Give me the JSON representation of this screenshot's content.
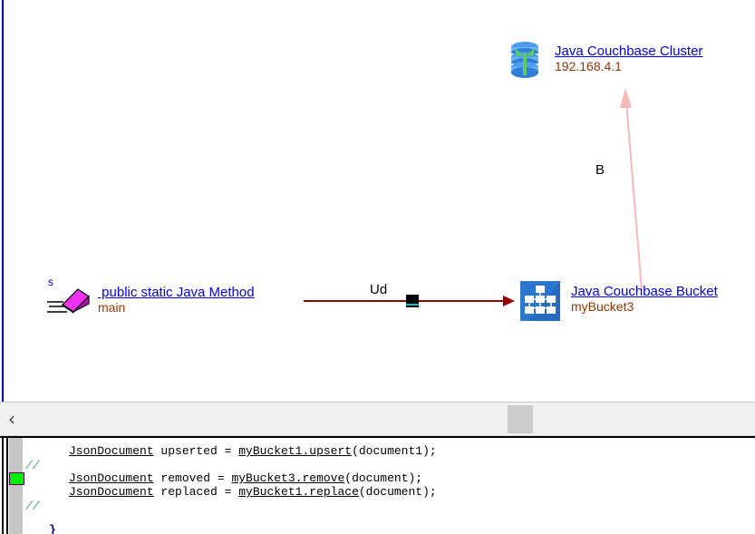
{
  "diagram": {
    "nodes": [
      {
        "id": "cluster",
        "icon": "couchbase-cluster-icon",
        "title": "Java Couchbase Cluster",
        "subtitle": "192.168.4.1"
      },
      {
        "id": "bucket",
        "icon": "couchbase-bucket-icon",
        "title": "Java Couchbase Bucket",
        "subtitle": "myBucket3"
      },
      {
        "id": "method",
        "icon": "java-method-icon",
        "badge": "s",
        "title": " public static Java Method",
        "subtitle": "main"
      }
    ],
    "edges": [
      {
        "id": "ud",
        "label": "Ud",
        "from": "method",
        "to": "bucket",
        "color": "#990000"
      },
      {
        "id": "b",
        "label": "B",
        "from": "bucket",
        "to": "cluster",
        "color": "#f7b8b8"
      }
    ],
    "colors": {
      "link_text": "#0000ee",
      "sub_text": "#993300",
      "edge_ud": "#990000",
      "edge_b": "#f7b8b8",
      "marker_stripe": "#00c8c8"
    }
  },
  "scrollbar": {
    "left_arrow": "‹",
    "thumb_label": "horizontal-scroll-thumb"
  },
  "editor": {
    "lines": [
      {
        "indent": 6,
        "code": "JsonDocument upserted = myBucket1.upsert(document1);"
      },
      {
        "indent": 1,
        "code": "//"
      },
      {
        "indent": 6,
        "code": "JsonDocument removed = myBucket3.remove(document);"
      },
      {
        "indent": 6,
        "code": "JsonDocument replaced = myBucket1.replace(document);"
      },
      {
        "indent": 1,
        "code": "//"
      },
      {
        "indent": 3,
        "code": "}"
      }
    ],
    "breakpoint_marker": "green-execution-marker"
  }
}
